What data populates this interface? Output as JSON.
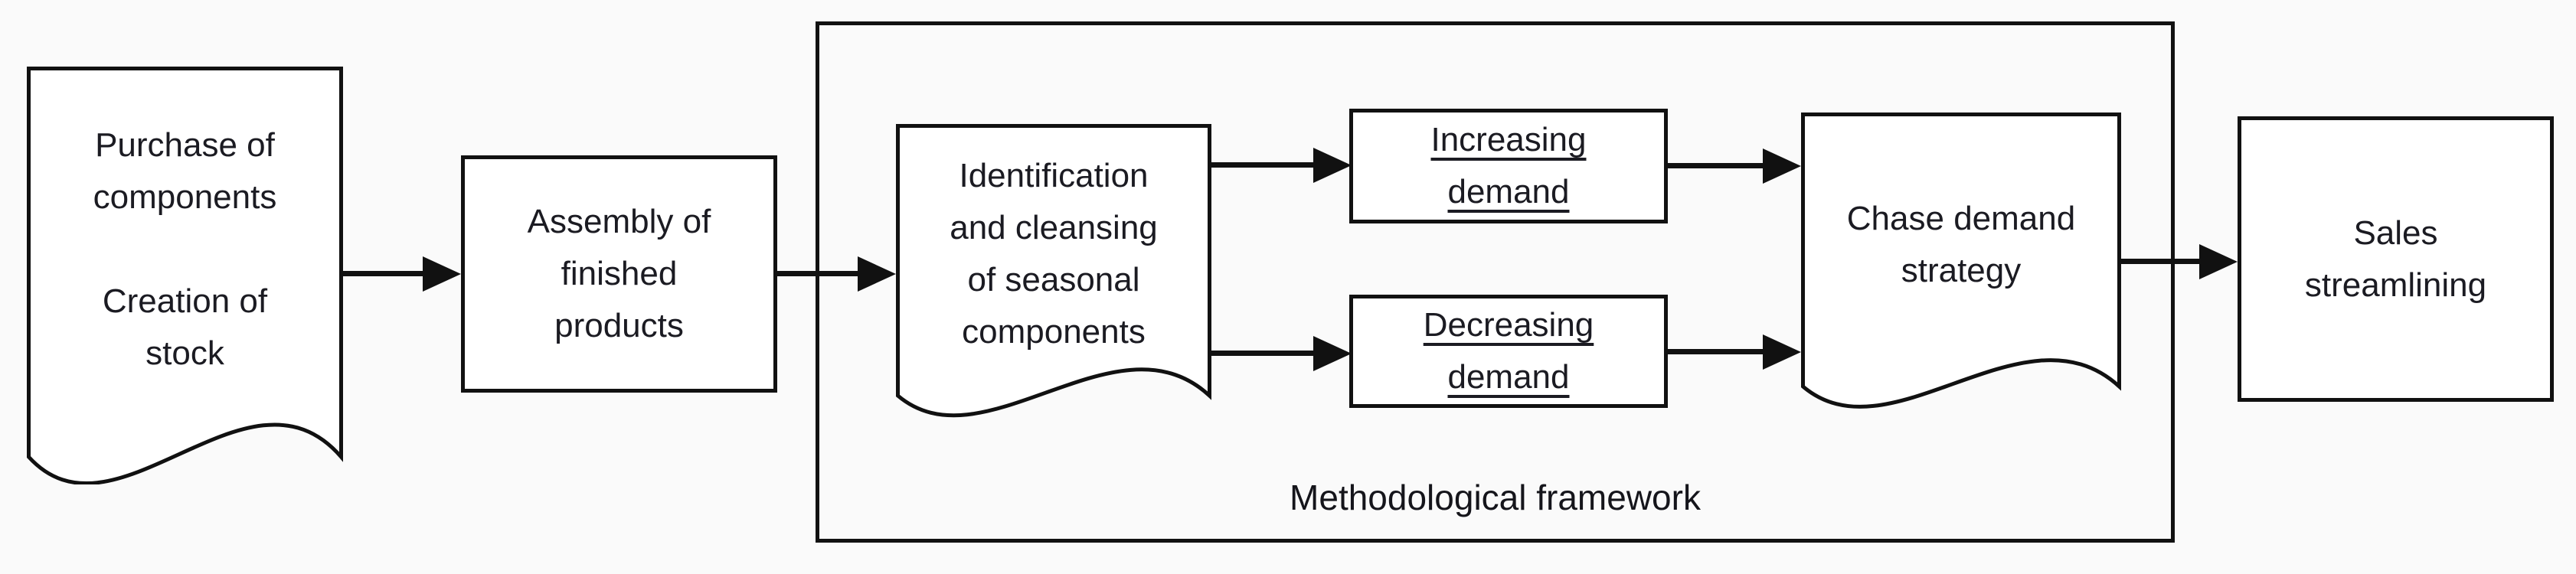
{
  "diagram": {
    "framework_label": "Methodological framework",
    "nodes": {
      "purchase": {
        "block1": [
          "Purchase of",
          "components"
        ],
        "block2": [
          "Creation of",
          "stock"
        ]
      },
      "assembly": {
        "lines": [
          "Assembly of",
          "finished",
          "products"
        ]
      },
      "identification": {
        "lines": [
          "Identification",
          "and cleansing",
          "of seasonal",
          "components"
        ]
      },
      "increasing": {
        "lines": [
          "Increasing",
          "demand"
        ]
      },
      "decreasing": {
        "lines": [
          "Decreasing",
          "demand"
        ]
      },
      "chase": {
        "lines": [
          "Chase demand",
          "strategy"
        ]
      },
      "sales": {
        "lines": [
          "Sales",
          "streamlining"
        ]
      }
    },
    "colors": {
      "stroke": "#111111",
      "text": "#1b1b22",
      "background": "#fafafa"
    }
  }
}
